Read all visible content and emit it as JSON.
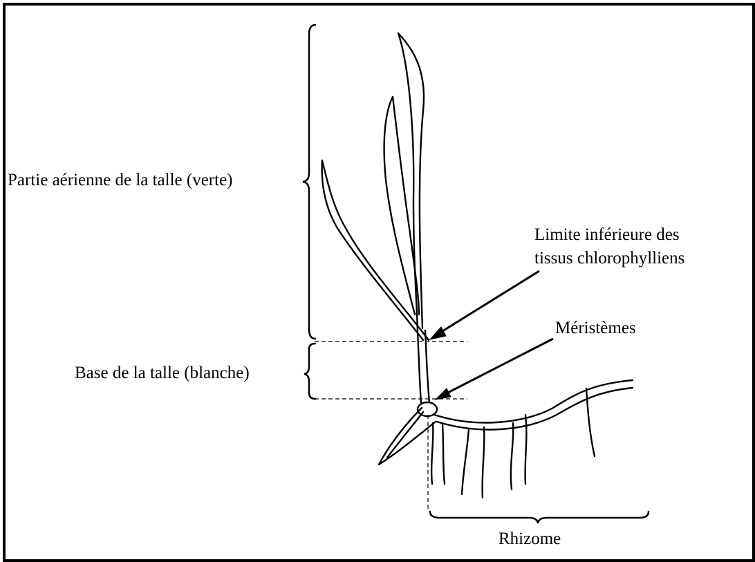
{
  "colors": {
    "ink": "#000000",
    "background": "#ffffff",
    "frame": "#000000"
  },
  "labels": {
    "aerial": "Partie aérienne de la talle (verte)",
    "base": "Base de la talle (blanche)",
    "limit_line1": "Limite inférieure des",
    "limit_line2": "tissus chlorophylliens",
    "meristems": "Méristèmes",
    "rhizome": "Rhizome"
  }
}
